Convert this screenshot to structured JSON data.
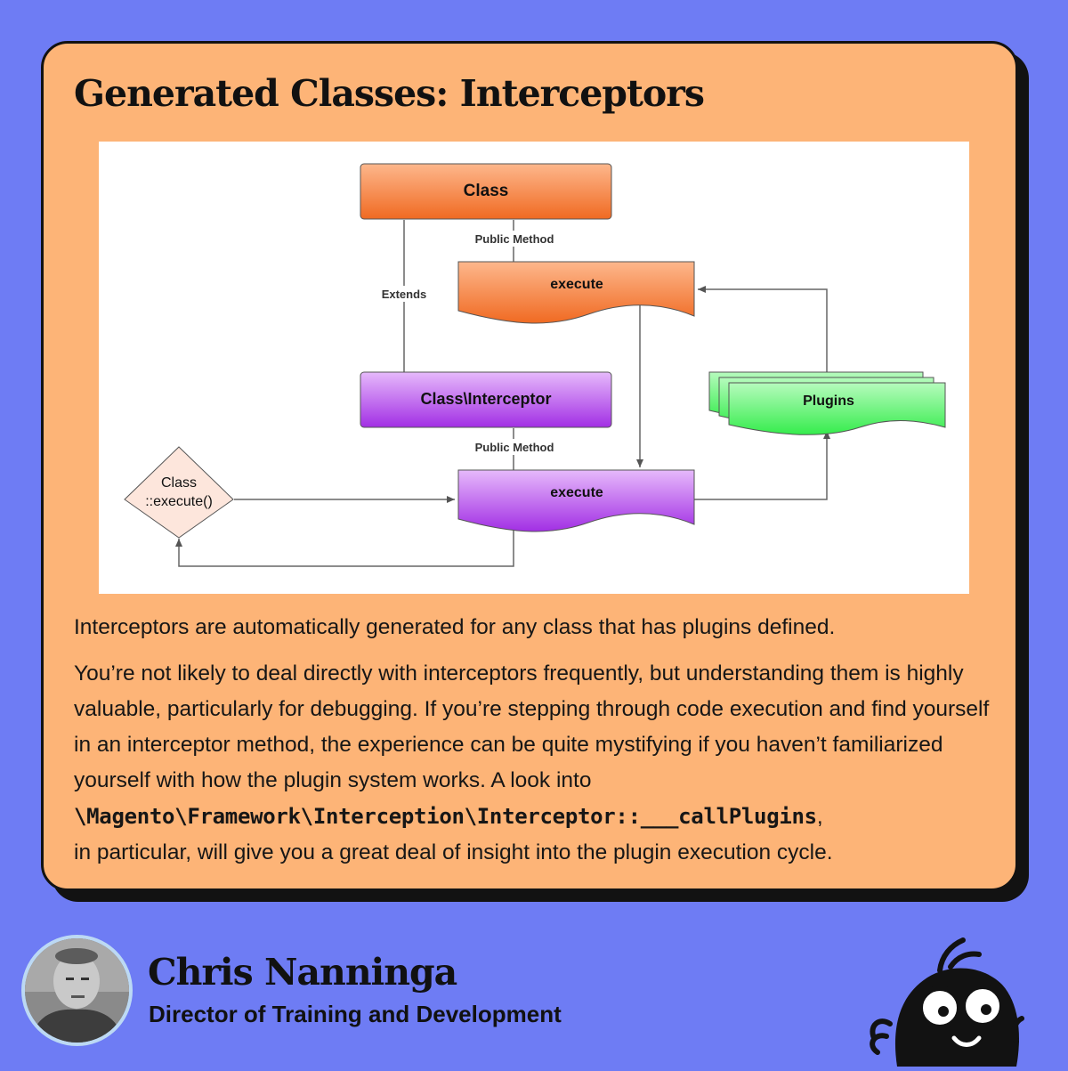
{
  "slide": {
    "title": "Generated Classes: Interceptors"
  },
  "diagram": {
    "nodes": {
      "class": "Class",
      "execute_top": "execute",
      "interceptor": "Class\\Interceptor",
      "plugins": "Plugins",
      "execute_bottom": "execute",
      "decision_line1": "Class",
      "decision_line2": "::execute()"
    },
    "edge_labels": {
      "public_method_top": "Public Method",
      "extends": "Extends",
      "public_method_bottom": "Public Method"
    },
    "colors": {
      "orange": "#f37a3a",
      "purple": "#a52fe6",
      "green": "#4cf060",
      "decision_fill": "#fde6dc"
    }
  },
  "body": {
    "paragraph1": "Interceptors are automatically generated for any class that has plugins defined.",
    "paragraph2_text": "You’re not likely to deal directly with interceptors frequently, but understanding them is highly valuable, particularly for debugging. If you’re stepping through code execution and find yourself in an interceptor method, the experience can be quite mystifying if you haven’t familiarized yourself with how the plugin system works. A look into",
    "paragraph2_code": "\\Magento\\Framework\\Interception\\Interceptor::___callPlugins",
    "paragraph2_after_code": ",",
    "paragraph2_end": "in particular, will give you a great deal of insight into the plugin execution cycle."
  },
  "author": {
    "name": "Chris Nanninga",
    "title": "Director of Training and Development",
    "avatar_icon": "avatar-photo",
    "logo_icon": "bird-with-glasses-logo"
  },
  "colors": {
    "background": "#6e7cf4",
    "card": "#fdb477",
    "text": "#111111"
  }
}
